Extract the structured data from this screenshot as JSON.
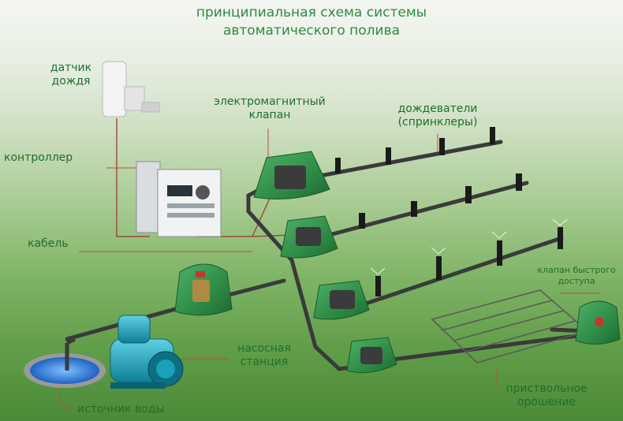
{
  "title": {
    "line1": "принципиальная схема системы",
    "line2": "автоматического полива"
  },
  "labels": {
    "rain_sensor_1": "датчик",
    "rain_sensor_2": "дождя",
    "controller": "контроллер",
    "cable": "кабель",
    "solenoid_valve_1": "электромагнитный",
    "solenoid_valve_2": "клапан",
    "sprinklers_1": "дождеватели",
    "sprinklers_2": "(спринклеры)",
    "pump_station_1": "насосная",
    "pump_station_2": "станция",
    "water_source": "источник воды",
    "quick_valve_1": "клапан быстрого",
    "quick_valve_2": "доступа",
    "drip_1": "приствольное",
    "drip_2": "орошение"
  },
  "colors": {
    "label_text": "#1f6e2e",
    "title_text": "#2f8a3f",
    "valve_box": "#2e8b46",
    "pipe": "#3a3a3a",
    "pump": "#1aa0b8",
    "water": "#2f7fd6",
    "leader_line": "#b5504a"
  }
}
